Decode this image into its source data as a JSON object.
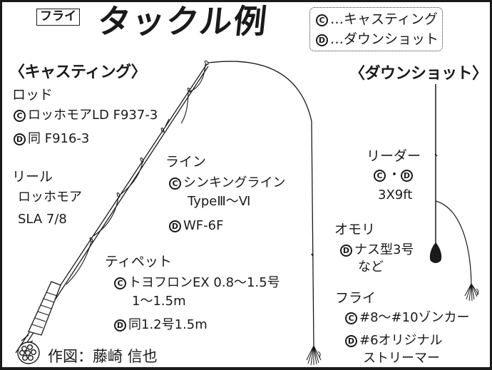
{
  "header": {
    "badge": "フライ",
    "title": "タックル例"
  },
  "legend": {
    "casting": {
      "mark": "C",
      "text": "…キャスティング"
    },
    "downshot": {
      "mark": "D",
      "text": "…ダウンショット"
    }
  },
  "casting": {
    "heading": "〈キャスティング〉",
    "rod": {
      "label": "ロッド",
      "c": {
        "mark": "C",
        "text": "ロッホモアLD F937-3"
      },
      "d": {
        "mark": "D",
        "text": "同 F916-3"
      }
    },
    "reel": {
      "label": "リール",
      "line1": "ロッホモア",
      "line2": "SLA 7/8"
    },
    "line": {
      "label": "ライン",
      "c": {
        "mark": "C",
        "text": "シンキングライン",
        "text2": "TypeⅢ～Ⅵ"
      },
      "d": {
        "mark": "D",
        "text": "WF-6F"
      }
    },
    "tippet": {
      "label": "ティペット",
      "c": {
        "mark": "C",
        "text": "トヨフロンEX 0.8～1.5号",
        "text2": "1～1.5m"
      },
      "d": {
        "mark": "D",
        "text": "同1.2号1.5m"
      }
    }
  },
  "downshot": {
    "heading": "〈ダウンショット〉",
    "leader": {
      "label": "リーダー",
      "marks": {
        "c": "C",
        "sep": "・",
        "d": "D"
      },
      "text": "3X9ft"
    },
    "sinker": {
      "label": "オモリ",
      "d": {
        "mark": "D",
        "text": "ナス型3号",
        "text2": "など"
      }
    },
    "fly": {
      "label": "フライ",
      "c": {
        "mark": "C",
        "text": "#8～#10ゾンカー"
      },
      "d": {
        "mark": "D",
        "text": "#6オリジナル",
        "text2": "ストリーマー"
      }
    }
  },
  "credit": {
    "text": "作図：藤崎 信也"
  },
  "colors": {
    "ink": "#1a1a1a",
    "background": "#ffffff",
    "legend_border": "#333333"
  }
}
